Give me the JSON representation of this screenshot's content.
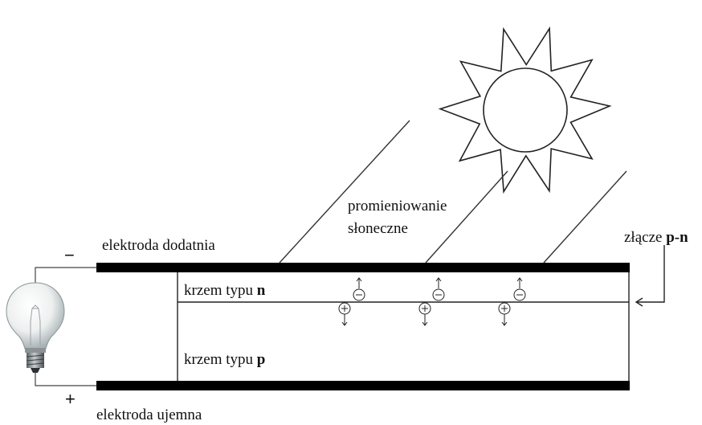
{
  "labels": {
    "positive_electrode": "elektroda dodatnia",
    "negative_electrode": "elektroda ujemna",
    "radiation_line1": "promieniowanie",
    "radiation_line2": "słoneczne",
    "junction_prefix": "złącze ",
    "junction_bold": "p-n",
    "n_silicon_prefix": "krzem typu ",
    "n_silicon_bold": "n",
    "p_silicon_prefix": "krzem typu ",
    "p_silicon_bold": "p",
    "minus_sign": "−",
    "plus_sign": "+",
    "electron_symbol": "−",
    "hole_symbol": "+"
  },
  "icons": {
    "sun": "sun-icon",
    "bulb": "light-bulb-icon"
  }
}
